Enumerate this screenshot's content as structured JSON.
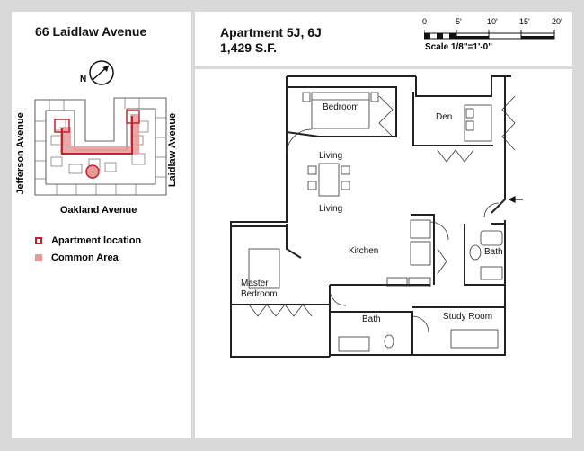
{
  "building": {
    "title": "66 Laidlaw Avenue",
    "compass_label": "N",
    "streets": {
      "left": "Jefferson Avenue",
      "right": "Laidlaw Avenue",
      "bottom": "Oakland Avenue"
    }
  },
  "legend": [
    {
      "label": "Apartment location",
      "color": "#c8202a",
      "style": "outlined-dot"
    },
    {
      "label": "Common Area",
      "color": "#e89a9a",
      "style": "filled"
    }
  ],
  "apartment": {
    "title": "Apartment 5J, 6J",
    "area": "1,429 S.F."
  },
  "scale": {
    "ticks": [
      "0",
      "5'",
      "10'",
      "15'",
      "20'"
    ],
    "label": "Scale 1/8\"=1'-0\""
  },
  "rooms": {
    "bedroom": "Bedroom",
    "den": "Den",
    "living1": "Living",
    "living2": "Living",
    "kitchen": "Kitchen",
    "bath1": "Bath",
    "master": "Master",
    "master2": "Bedroom",
    "bath2": "Bath",
    "study": "Study Room"
  },
  "colors": {
    "background": "#d9d9d9",
    "panel": "#ffffff",
    "line": "#222222",
    "highlight": "#c8202a",
    "common": "#e89a9a"
  }
}
